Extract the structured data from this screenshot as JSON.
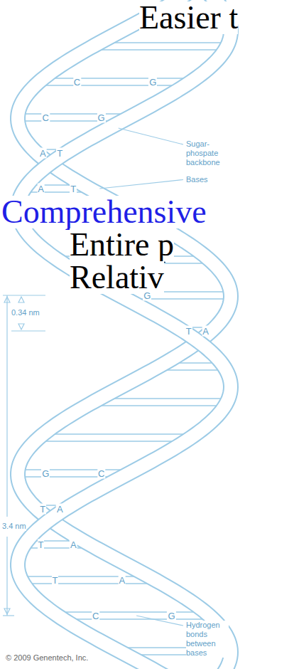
{
  "diagram": {
    "labels": [
      "Easier t",
      "Comprehensive",
      "Entire p",
      "Relativ",
      "C",
      "G",
      "C",
      "G",
      "A",
      "T",
      "A",
      "T",
      "G",
      "T",
      "A",
      "G",
      "C",
      "T",
      "A",
      "T",
      "A",
      "T",
      "A",
      "C",
      "G",
      "Sugar- phospate backbone",
      "Bases",
      "0.34 nm",
      "3.4 nm",
      "Hydrogen bonds between bases",
      "© 2009 Genentech, Inc."
    ]
  }
}
